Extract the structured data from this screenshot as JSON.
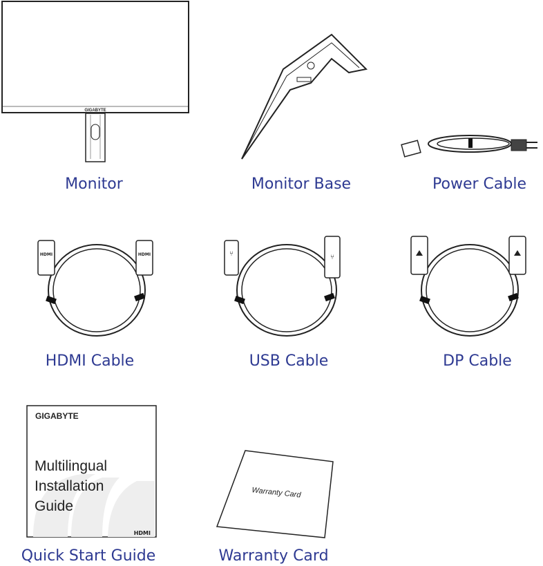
{
  "items": [
    {
      "label": "Monitor",
      "brand": "GIGABYTE"
    },
    {
      "label": "Monitor Base"
    },
    {
      "label": "Power Cable"
    },
    {
      "label": "HDMI Cable",
      "connector_text": "HDMI"
    },
    {
      "label": "USB Cable"
    },
    {
      "label": "DP Cable"
    },
    {
      "label": "Quick Start Guide",
      "brand": "GIGABYTE",
      "title_lines": [
        "Multilingual",
        "Installation",
        "Guide"
      ],
      "logo": "HDMI"
    },
    {
      "label": "Warranty Card",
      "card_text": "Warranty Card"
    }
  ],
  "colors": {
    "label": "#2e3a92",
    "line": "#222222"
  }
}
